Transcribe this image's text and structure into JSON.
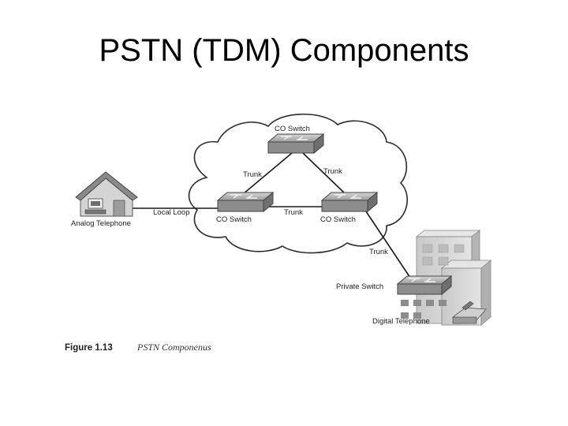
{
  "slide": {
    "title": "PSTN (TDM) Components"
  },
  "diagram": {
    "labels": {
      "co_switch_top": "CO Switch",
      "co_switch_left": "CO Switch",
      "co_switch_right": "CO Switch",
      "trunk_left": "Trunk",
      "trunk_right": "Trunk",
      "trunk_middle": "Trunk",
      "trunk_private": "Trunk",
      "local_loop": "Local Loop",
      "analog_telephone": "Analog Telephone",
      "private_switch": "Private Switch",
      "digital_telephone": "Digital Telephone"
    },
    "caption": {
      "number": "Figure 1.13",
      "text": "PSTN Componenus"
    }
  }
}
